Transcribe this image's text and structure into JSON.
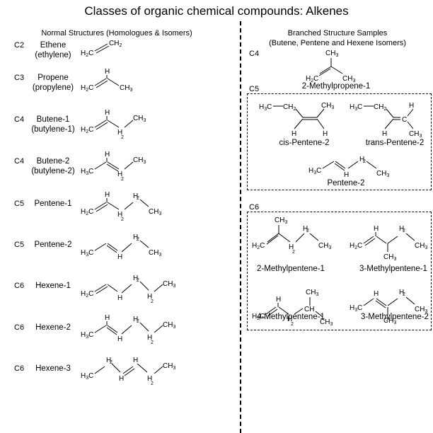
{
  "title": "Classes of organic chemical compounds: Alkenes",
  "left_header": "Normal Structures (Homologues & Isomers)",
  "right_header_line1": "Branched Structure Samples",
  "right_header_line2": "(Butene, Pentene and Hexene Isomers)",
  "normal": [
    {
      "carbon": "C2",
      "name": "Ethene",
      "alt": "(ethylene)"
    },
    {
      "carbon": "C3",
      "name": "Propene",
      "alt": "(propylene)"
    },
    {
      "carbon": "C4",
      "name": "Butene-1",
      "alt": "(butylene-1)"
    },
    {
      "carbon": "C4",
      "name": "Butene-2",
      "alt": "(butylene-2)"
    },
    {
      "carbon": "C5",
      "name": "Pentene-1",
      "alt": ""
    },
    {
      "carbon": "C5",
      "name": "Pentene-2",
      "alt": ""
    },
    {
      "carbon": "C6",
      "name": "Hexene-1",
      "alt": ""
    },
    {
      "carbon": "C6",
      "name": "Hexene-2",
      "alt": ""
    },
    {
      "carbon": "C6",
      "name": "Hexene-3",
      "alt": ""
    }
  ],
  "branched": {
    "c4_label": "C4",
    "c5_label": "C5",
    "c6_label": "C6",
    "methylpropene": "2-Methylpropene-1",
    "cis_pentene": "cis-Pentene-2",
    "trans_pentene": "trans-Pentene-2",
    "pentene2": "Pentene-2",
    "methylpentene_2_1": "2-Methylpentene-1",
    "methylpentene_3_1": "3-Methylpentene-1",
    "methylpentene_4_1": "4-Methylpentene-1",
    "methylpentene_3_2": "3-Methylpentene-2"
  }
}
